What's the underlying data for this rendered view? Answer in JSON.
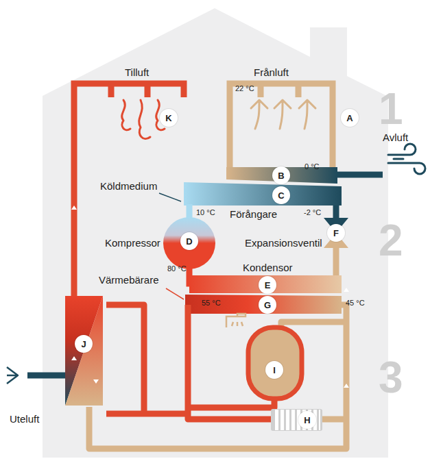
{
  "diagram": {
    "nodes": [
      {
        "text": [
          "K"
        ]
      },
      {
        "text": [
          "A"
        ]
      },
      {
        "text": [
          "B"
        ]
      },
      {
        "text": [
          "C"
        ]
      },
      {
        "text": [
          "D"
        ]
      },
      {
        "text": [
          "F"
        ]
      },
      {
        "text": [
          "E"
        ]
      },
      {
        "text": [
          "G"
        ]
      },
      {
        "text": [
          "J"
        ]
      },
      {
        "text": [
          "I"
        ]
      },
      {
        "text": [
          "H"
        ]
      }
    ],
    "labels": [
      "Tilluft",
      "Frånluft",
      "22 °C",
      "1",
      "Avluft",
      "0 °C",
      "Köldmedium",
      "10 °C",
      "Förångare",
      "-2 °C",
      "Kompressor",
      "Expansionsventil",
      "2",
      "80 °C",
      "Kondensor",
      "Värmebärare",
      "55 °C",
      "45 °C",
      "3",
      "Uteluft"
    ]
  }
}
